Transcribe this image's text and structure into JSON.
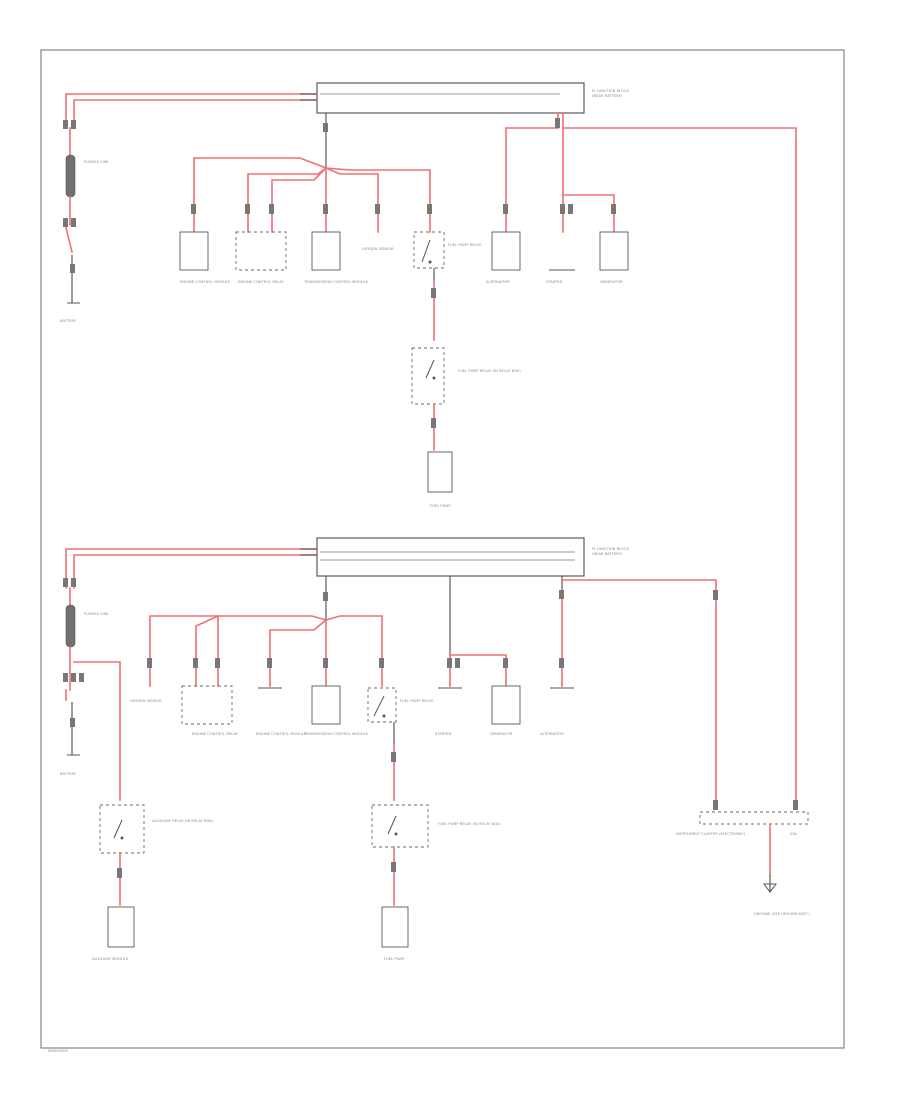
{
  "labels": {
    "fuse_block_top": "FL JUNCTION BLOCK",
    "fuse_block_top2": "(NEAR BATTERY)",
    "fuse_block_bottom": "FL JUNCTION BLOCK",
    "fuse_block_bottom2": "(NEAR BATTERY)",
    "fusible_link_top": "FUSIBLE LINK",
    "fusible_link_bottom": "FUSIBLE LINK",
    "battery_top": "BATTERY",
    "battery_bottom": "BATTERY",
    "engine_control_top": "ENGINE CONTROL MODULE",
    "engine_control_relay_top": "ENGINE CONTROL RELAY",
    "trans_control_top": "TRANSMISSION CONTROL MODULE",
    "oxygen_sensor_top": "OXYGEN SENSOR",
    "fuel_relay_top": "FUEL PUMP RELAY",
    "alternator_top": "ALTERNATOR",
    "starter_top": "STARTER",
    "generator_top": "GENERATOR",
    "relay_box_top": "FUEL PUMP RELAY (IN RELAY BOX)",
    "fuel_pump_top": "FUEL PUMP",
    "oxygen_sensor_bottom": "OXYGEN SENSOR",
    "engine_control_relay_bottom": "ENGINE CONTROL RELAY",
    "engine_control_bottom": "ENGINE CONTROL MODULE",
    "trans_control_bottom": "TRANSMISSION CONTROL MODULE",
    "fuel_relay_bottom": "FUEL PUMP RELAY",
    "starter_bottom": "STARTER",
    "generator_bottom": "GENERATOR",
    "alternator_bottom": "ALTERNATOR",
    "aux_relay": "AUXILIARY RELAY (IN RELAY BOX)",
    "relay_box_bottom": "FUEL PUMP RELAY (IN RELAY BOX)",
    "fuel_pump_bottom": "FUEL PUMP",
    "aux_component": "AUXILIARY MODULE",
    "instrument_cluster": "INSTRUMENT CLUSTER (ELECTRONIC)",
    "ign": "IGN",
    "ground_label": "GROUND (SEE GROUND DIST.)",
    "footer_code": "W0000000"
  }
}
